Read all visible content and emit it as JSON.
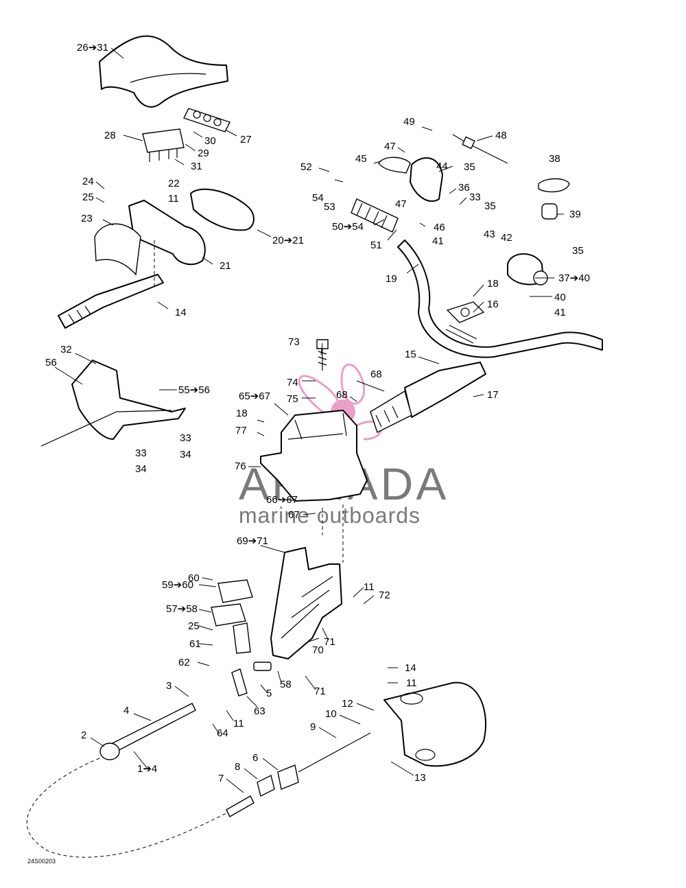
{
  "watermark": {
    "name": "ARMADA",
    "subtitle": "marine outboards",
    "accent_color": "#e8a0c8",
    "text_color": "#7a7a7a"
  },
  "figure_code": "24S00203",
  "callouts": [
    "26➔31",
    "27",
    "28",
    "29",
    "30",
    "31",
    "24",
    "25",
    "22",
    "11",
    "23",
    "21",
    "20➔21",
    "14",
    "49",
    "48",
    "47",
    "45",
    "44",
    "35",
    "38",
    "52",
    "54",
    "53",
    "36",
    "33",
    "35",
    "47",
    "50➔54",
    "46",
    "39",
    "51",
    "41",
    "43",
    "42",
    "35",
    "19",
    "37➔40",
    "18",
    "40",
    "16",
    "41",
    "73",
    "32",
    "56",
    "15",
    "68",
    "74",
    "55➔56",
    "17",
    "75",
    "68",
    "65➔67",
    "18",
    "33",
    "77",
    "33",
    "34",
    "34",
    "76",
    "66➔67",
    "67",
    "69➔71",
    "60",
    "59➔60",
    "11",
    "72",
    "57➔58",
    "25",
    "61",
    "70",
    "71",
    "62",
    "14",
    "3",
    "11",
    "58",
    "71",
    "5",
    "4",
    "63",
    "12",
    "10",
    "11",
    "64",
    "2",
    "9",
    "1➔4",
    "6",
    "8",
    "13",
    "7"
  ]
}
